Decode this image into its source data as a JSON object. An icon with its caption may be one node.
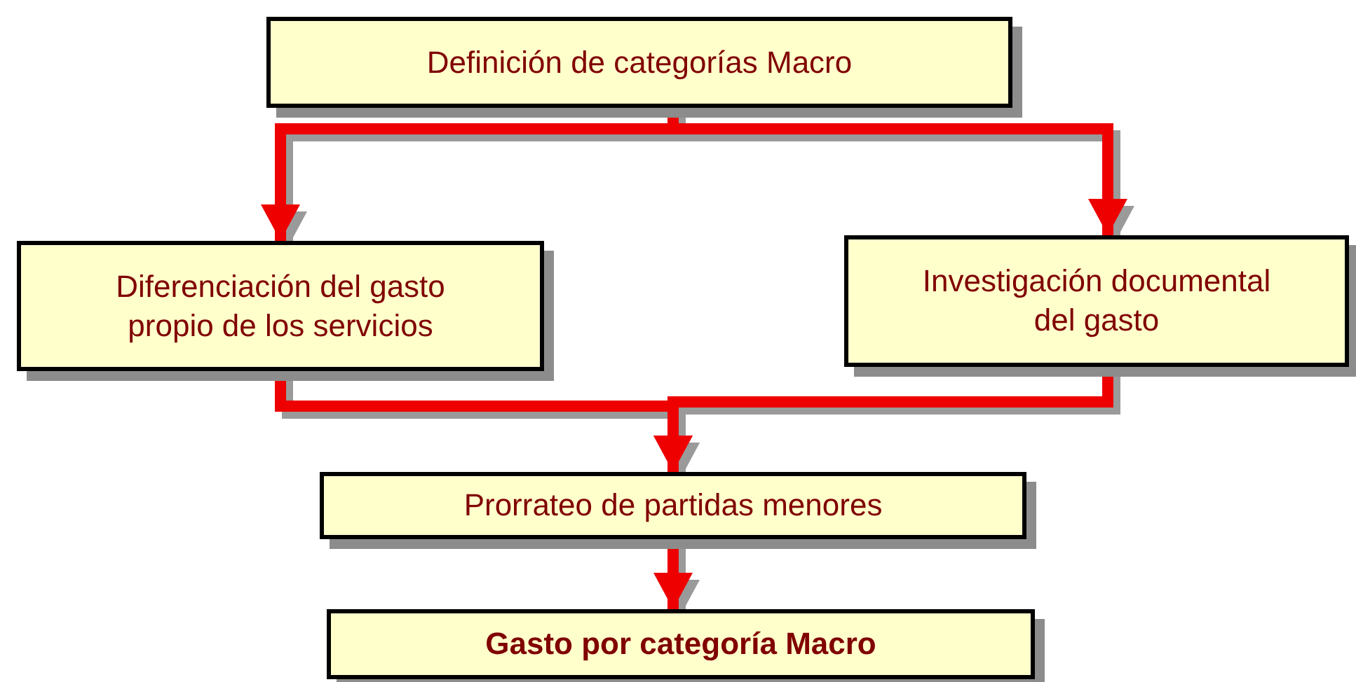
{
  "diagram": {
    "nodes": [
      {
        "text": [
          "Definición de categorías Macro"
        ]
      },
      {
        "text": [
          "Diferenciación del gasto propio de los servicios"
        ]
      },
      {
        "text": [
          "Investigación documental del gasto"
        ]
      },
      {
        "text": [
          "Prorrateo de partidas menores"
        ]
      },
      {
        "text": [
          "Gasto por categoría Macro"
        ]
      }
    ],
    "edges": [
      {
        "from": 0,
        "to": 1,
        "arrow": "to"
      },
      {
        "from": 0,
        "to": 2,
        "arrow": "to"
      },
      {
        "from": 1,
        "to": 3,
        "arrow": "to"
      },
      {
        "from": 2,
        "to": 3,
        "arrow": "to"
      },
      {
        "from": 3,
        "to": 4,
        "arrow": "to"
      }
    ]
  }
}
